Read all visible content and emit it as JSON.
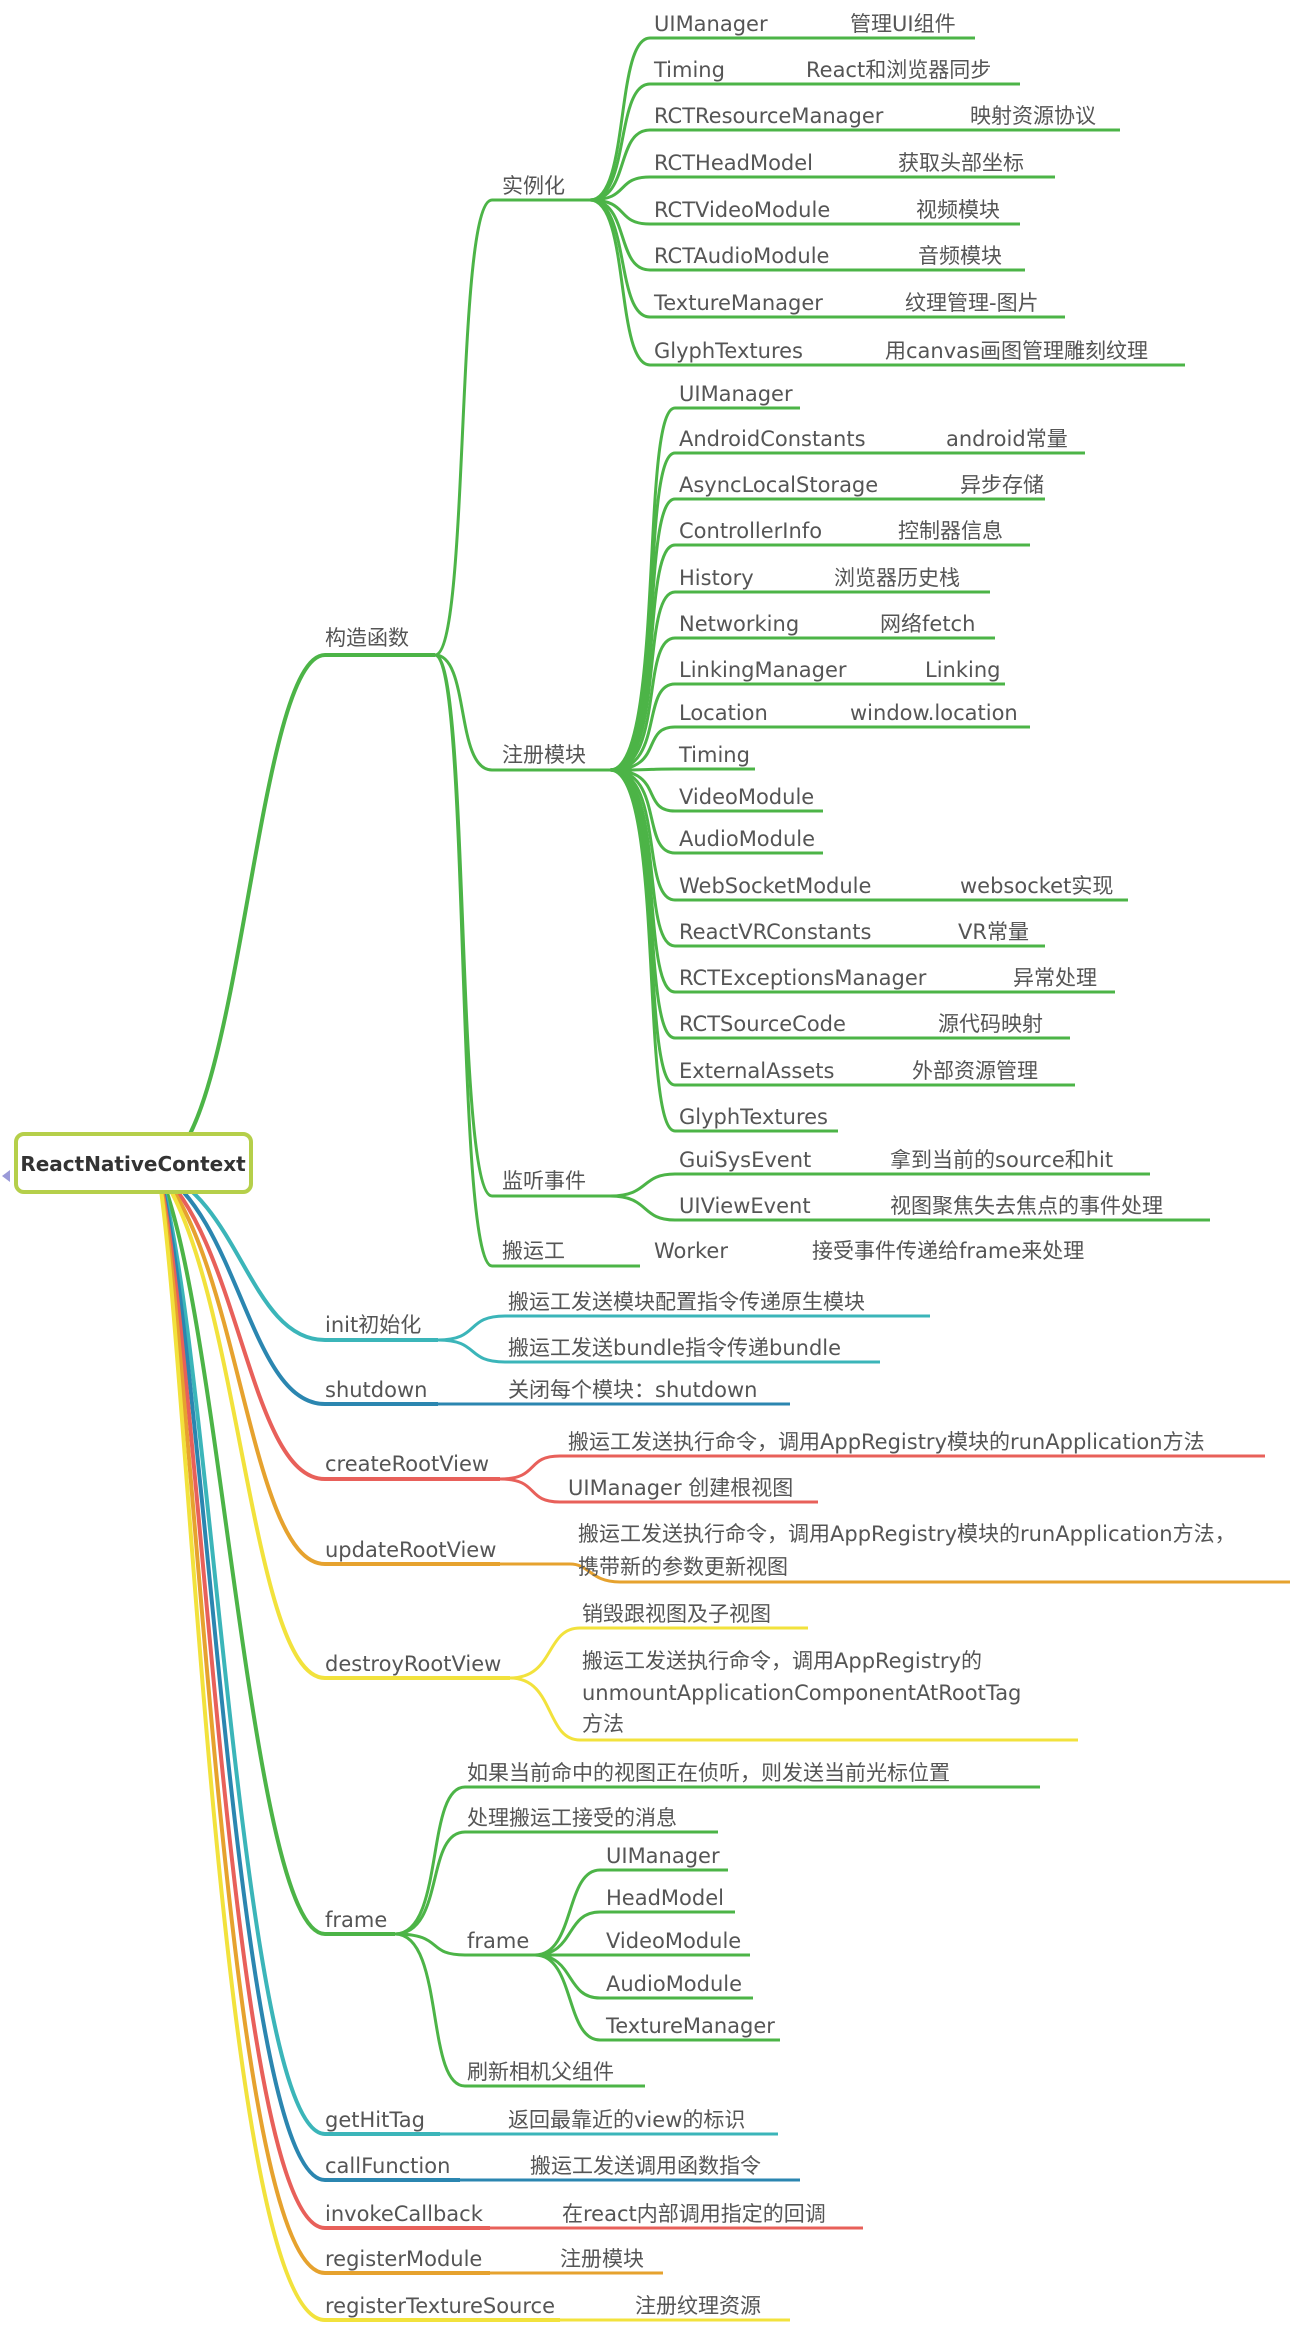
{
  "root": {
    "label": "ReactNativeContext"
  },
  "colors": {
    "green": "#4cb447",
    "teal": "#3bb5b9",
    "blue": "#2b86b0",
    "red": "#e8605a",
    "orange": "#e6a22e",
    "yellow": "#f2e23c",
    "root_border": "#b5cf4a"
  },
  "constructor": {
    "label": "构造函数",
    "instantiate": {
      "label": "实例化",
      "items": [
        {
          "name": "UIManager",
          "desc": "管理UI组件"
        },
        {
          "name": "Timing",
          "desc": "React和浏览器同步"
        },
        {
          "name": "RCTResourceManager",
          "desc": "映射资源协议"
        },
        {
          "name": "RCTHeadModel",
          "desc": "获取头部坐标"
        },
        {
          "name": "RCTVideoModule",
          "desc": "视频模块"
        },
        {
          "name": "RCTAudioModule",
          "desc": "音频模块"
        },
        {
          "name": "TextureManager",
          "desc": "纹理管理-图片"
        },
        {
          "name": "GlyphTextures",
          "desc": "用canvas画图管理雕刻纹理"
        }
      ]
    },
    "register": {
      "label": "注册模块",
      "items": [
        {
          "name": "UIManager",
          "desc": ""
        },
        {
          "name": "AndroidConstants",
          "desc": "android常量"
        },
        {
          "name": "AsyncLocalStorage",
          "desc": "异步存储"
        },
        {
          "name": "ControllerInfo",
          "desc": "控制器信息"
        },
        {
          "name": "History",
          "desc": "浏览器历史栈"
        },
        {
          "name": "Networking",
          "desc": "网络fetch"
        },
        {
          "name": "LinkingManager",
          "desc": "Linking"
        },
        {
          "name": "Location",
          "desc": "window.location"
        },
        {
          "name": "Timing",
          "desc": ""
        },
        {
          "name": "VideoModule",
          "desc": ""
        },
        {
          "name": "AudioModule",
          "desc": ""
        },
        {
          "name": "WebSocketModule",
          "desc": "websocket实现"
        },
        {
          "name": "ReactVRConstants",
          "desc": "VR常量"
        },
        {
          "name": "RCTExceptionsManager",
          "desc": "异常处理"
        },
        {
          "name": "RCTSourceCode",
          "desc": "源代码映射"
        },
        {
          "name": "ExternalAssets",
          "desc": "外部资源管理"
        },
        {
          "name": "GlyphTextures",
          "desc": ""
        }
      ]
    },
    "listen": {
      "label": "监听事件",
      "items": [
        {
          "name": "GuiSysEvent",
          "desc": "拿到当前的source和hit"
        },
        {
          "name": "UIViewEvent",
          "desc": "视图聚焦失去焦点的事件处理"
        }
      ]
    },
    "porter": {
      "label": "搬运工",
      "name": "Worker",
      "desc": "接受事件传递给frame来处理"
    }
  },
  "init": {
    "label": "init初始化",
    "items": [
      "搬运工发送模块配置指令传递原生模块",
      "搬运工发送bundle指令传递bundle"
    ]
  },
  "shutdown": {
    "label": "shutdown",
    "desc": "关闭每个模块：shutdown"
  },
  "createRootView": {
    "label": "createRootView",
    "items": [
      "搬运工发送执行命令，调用AppRegistry模块的runApplication方法",
      "UIManager 创建根视图"
    ]
  },
  "updateRootView": {
    "label": "updateRootView",
    "lines": [
      "搬运工发送执行命令，调用AppRegistry模块的runApplication方法，",
      "携带新的参数更新视图"
    ]
  },
  "destroyRootView": {
    "label": "destroyRootView",
    "item1": "销毁跟视图及子视图",
    "item2_lines": [
      "搬运工发送执行命令，调用AppRegistry的",
      "unmountApplicationComponentAtRootTag",
      "方法"
    ]
  },
  "frame": {
    "label": "frame",
    "items": [
      "如果当前命中的视图正在侦听，则发送当前光标位置",
      "处理搬运工接受的消息",
      "刷新相机父组件"
    ],
    "sub": {
      "label": "frame",
      "items": [
        "UIManager",
        "HeadModel",
        "VideoModule",
        "AudioModule",
        "TextureManager"
      ]
    }
  },
  "getHitTag": {
    "label": "getHitTag",
    "desc": "返回最靠近的view的标识"
  },
  "callFunction": {
    "label": "callFunction",
    "desc": "搬运工发送调用函数指令"
  },
  "invokeCallback": {
    "label": "invokeCallback",
    "desc": "在react内部调用指定的回调"
  },
  "registerModule": {
    "label": "registerModule",
    "desc": "注册模块"
  },
  "registerTextureSource": {
    "label": "registerTextureSource",
    "desc": "注册纹理资源"
  }
}
